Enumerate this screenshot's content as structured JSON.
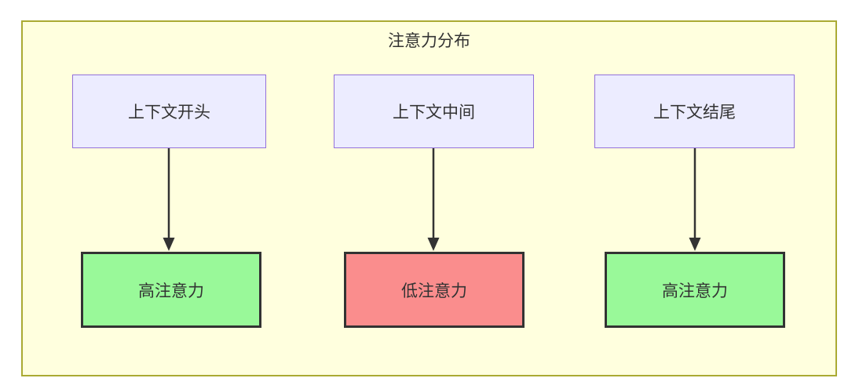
{
  "diagram": {
    "title": "注意力分布",
    "type": "flowchart",
    "colors": {
      "container_bg": "#ffffde",
      "container_border": "#aaaa33",
      "source_bg": "#ececff",
      "source_border": "#9370db",
      "high_bg": "#99f999",
      "low_bg": "#fa8d8d",
      "result_border": "#333333",
      "arrow": "#333333",
      "text": "#333333"
    },
    "columns": [
      {
        "source": "上下文开头",
        "result": "高注意力",
        "level": "high"
      },
      {
        "source": "上下文中间",
        "result": "低注意力",
        "level": "low"
      },
      {
        "source": "上下文结尾",
        "result": "高注意力",
        "level": "high"
      }
    ]
  }
}
